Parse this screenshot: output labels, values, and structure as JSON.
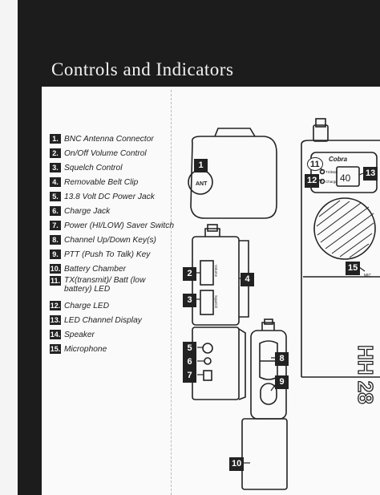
{
  "title": "Controls and Indicators",
  "legend": [
    {
      "num": "1.",
      "label": "BNC Antenna Connector"
    },
    {
      "num": "2.",
      "label": "On/Off Volume Control"
    },
    {
      "num": "3.",
      "label": "Squelch Control"
    },
    {
      "num": "4.",
      "label": "Removable Belt Clip"
    },
    {
      "num": "5.",
      "label": "13.8 Volt DC Power Jack"
    },
    {
      "num": "6.",
      "label": "Charge Jack"
    },
    {
      "num": "7.",
      "label": "Power (HI/LOW) Saver Switch"
    },
    {
      "num": "8.",
      "label": "Channel Up/Down Key(s)"
    },
    {
      "num": "9.",
      "label": "PTT (Push To Talk) Key"
    },
    {
      "num": "10.",
      "label": "Battery Chamber"
    },
    {
      "num": "11.",
      "label": "TX(transmit)/ Batt (low battery) LED"
    },
    {
      "num": "12.",
      "label": "Charge LED"
    },
    {
      "num": "13.",
      "label": "LED Channel Display"
    },
    {
      "num": "14.",
      "label": "Speaker"
    },
    {
      "num": "15.",
      "label": "Microphone"
    }
  ],
  "diagram": {
    "callouts": [
      "1",
      "2",
      "3",
      "4",
      "5",
      "6",
      "7",
      "8",
      "9",
      "10",
      "11",
      "12",
      "13",
      "15"
    ],
    "ant_label": "ANT",
    "brand": "Cobra",
    "display_value": "40",
    "model": "HH 28",
    "led_tx": "TX/Batt",
    "led_charge": "Charge",
    "mic_label": "MIC",
    "side_labels": [
      "Volume",
      "Squelch"
    ]
  },
  "colors": {
    "ink": "#222222",
    "dark_band": "#1c1c1c",
    "paper": "#fafafa"
  }
}
